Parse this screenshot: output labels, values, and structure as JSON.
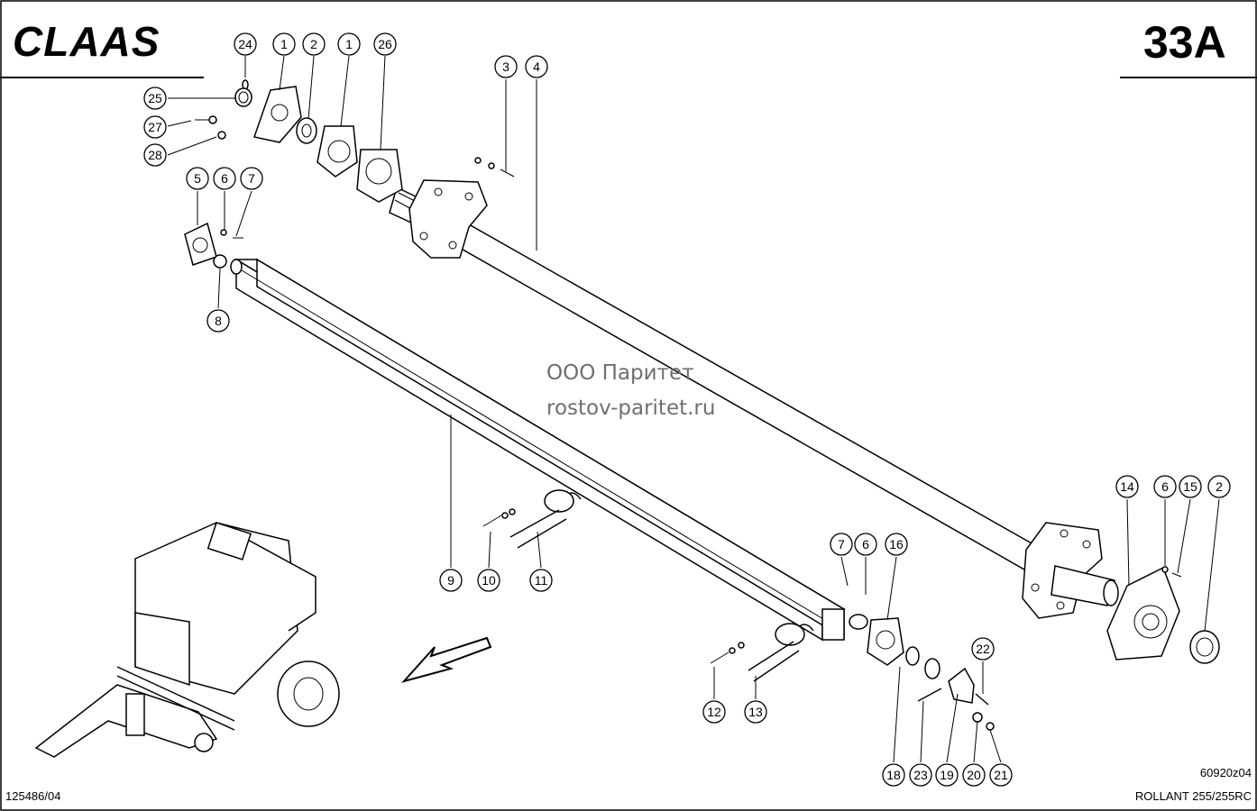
{
  "header": {
    "brand_logo": "CLAAS",
    "page_code": "33A"
  },
  "watermark": {
    "line1": "ООО Паритет",
    "line2": "rostov-paritet.ru"
  },
  "footer": {
    "doc_number": "125486/04",
    "drawing_code": "60920z04",
    "model": "ROLLANT 255/255RC"
  },
  "callouts": {
    "c24": "24",
    "c1a": "1",
    "c2a": "2",
    "c1b": "1",
    "c26": "26",
    "c25": "25",
    "c27": "27",
    "c28": "28",
    "c3": "3",
    "c4": "4",
    "c5": "5",
    "c6a": "6",
    "c7a": "7",
    "c8": "8",
    "c9": "9",
    "c10": "10",
    "c11": "11",
    "c7b": "7",
    "c6b": "6",
    "c16": "16",
    "c14": "14",
    "c6c": "6",
    "c15": "15",
    "c2b": "2",
    "c22": "22",
    "c12": "12",
    "c13": "13",
    "c18": "18",
    "c23": "23",
    "c19": "19",
    "c20": "20",
    "c21": "21"
  }
}
